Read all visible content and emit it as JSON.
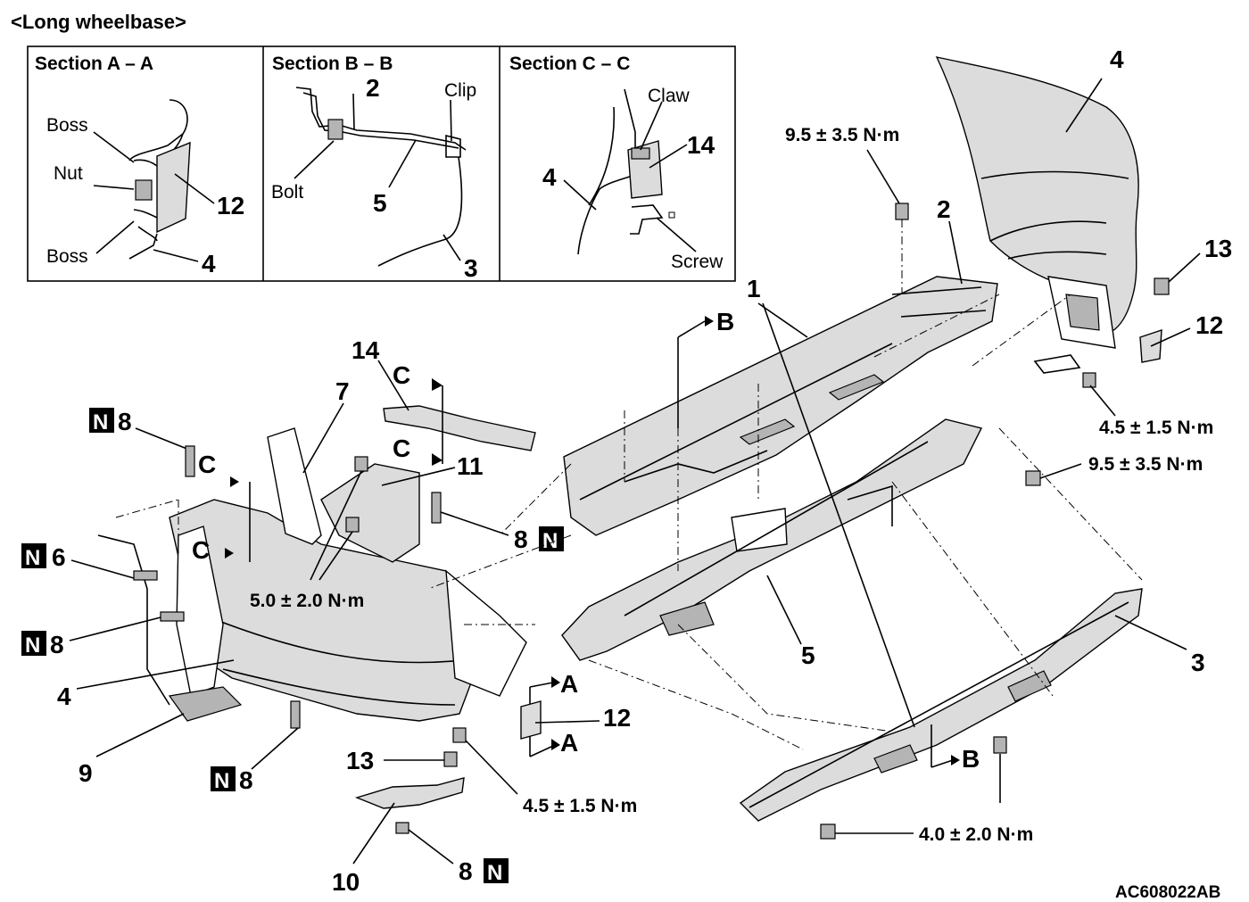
{
  "header": {
    "title": "<Long wheelbase>"
  },
  "sections": {
    "a": {
      "title": "Section A – A",
      "labels": {
        "boss_top": "Boss",
        "nut": "Nut",
        "boss_bottom": "Boss",
        "part_12": "12",
        "part_4": "4"
      }
    },
    "b": {
      "title": "Section B – B",
      "labels": {
        "part_2": "2",
        "clip": "Clip",
        "bolt": "Bolt",
        "part_5": "5",
        "part_3": "3"
      }
    },
    "c": {
      "title": "Section C – C",
      "labels": {
        "claw": "Claw",
        "part_14": "14",
        "part_4": "4",
        "screw": "Screw"
      }
    }
  },
  "torque": {
    "upper_right_bolt": "9.5 ± 3.5 N·m",
    "right_clip_nut": "4.5 ± 1.5 N·m",
    "right_mid_bolt": "9.5 ± 3.5 N·m",
    "left_bracket_bolts": "5.0 ± 2.0 N·m",
    "bottom_nut": "4.5 ± 1.5 N·m",
    "lower_bolt": "4.0 ± 2.0 N·m"
  },
  "callouts": {
    "c4_top": "4",
    "c2_right": "2",
    "c13_right": "13",
    "c12_right": "12",
    "c1": "1",
    "c14_main": "14",
    "c7": "7",
    "c11": "11",
    "c8_top": "8",
    "c8_mid": "8",
    "c6_left": "6",
    "c8_left": "8",
    "c4_left": "4",
    "c9": "9",
    "c8_bottom_left": "8",
    "c13_bottom": "13",
    "c12_bottom": "12",
    "c10": "10",
    "c8_bottom": "8",
    "c5": "5",
    "c3": "3"
  },
  "section_marks": {
    "b": "B",
    "c": "C",
    "a": "A"
  },
  "new_part_mark": "N",
  "figure_code": "AC608022AB"
}
